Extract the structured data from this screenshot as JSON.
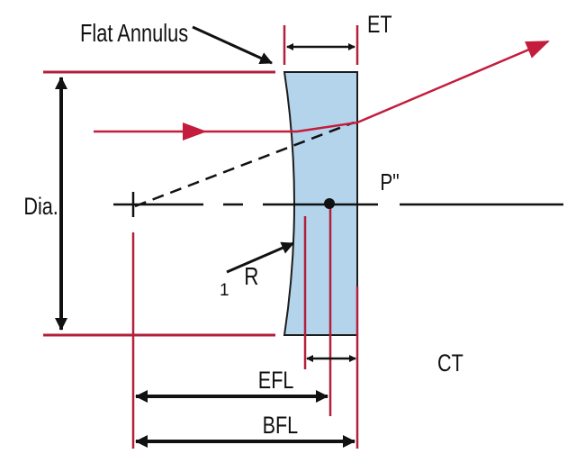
{
  "labels": {
    "flat_annulus": "Flat Annulus",
    "et": "ET",
    "dia": "Dia.",
    "p_double_prime": "P\"",
    "r_main": "R",
    "r_sub": "1",
    "ct": "CT",
    "efl": "EFL",
    "bfl": "BFL"
  },
  "colors": {
    "lens_fill": "#b3d4eb",
    "lens_edge": "#1c1c1c",
    "ray": "#c41c3c",
    "reference": "#b2203c",
    "dimension": "#111111",
    "background": "#ffffff"
  }
}
